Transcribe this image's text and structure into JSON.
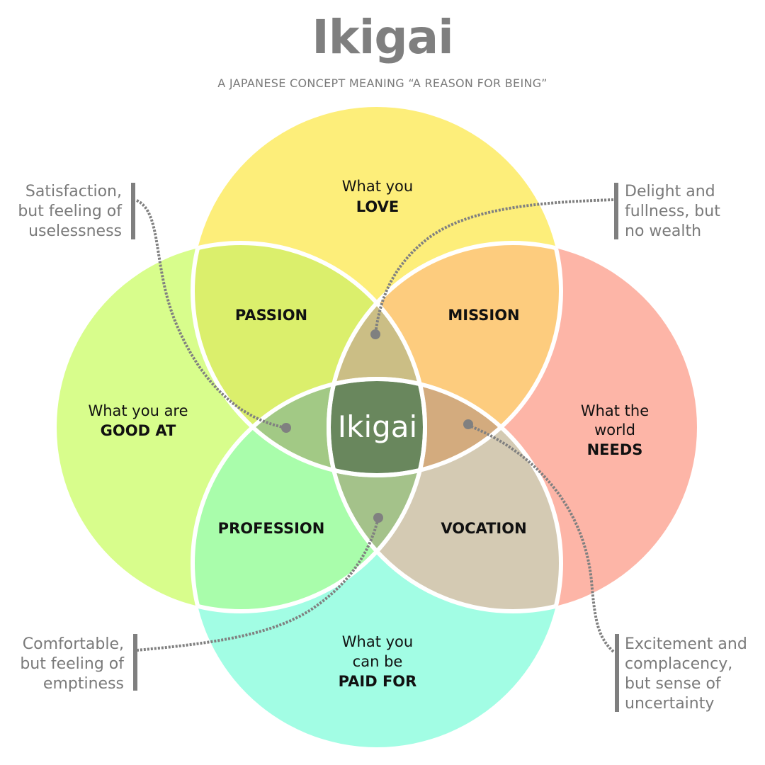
{
  "title": "Ikigai",
  "subtitle": "A JAPANESE CONCEPT MEANING “A REASON FOR BEING”",
  "colors": {
    "love": "#fdee7a",
    "good_at": "#d8fd8c",
    "needs": "#fdb5a7",
    "paid_for": "#a2fde4",
    "passion": "#dbef6c",
    "mission": "#fdcc7e",
    "profession": "#a9fdab",
    "vocation": "#d4cab3",
    "top_lens": "#cbbe85",
    "left_lens": "#a2c985",
    "right_lens": "#d3ab7e",
    "bottom_lens": "#a4c28a",
    "center": "#69875d",
    "connector": "#808080"
  },
  "circles": {
    "love": {
      "line1": "What you",
      "line2": "LOVE"
    },
    "good_at": {
      "line1": "What you are",
      "line2": "GOOD AT"
    },
    "needs": {
      "line1": "What the",
      "line2": "world",
      "line3": "NEEDS"
    },
    "paid_for": {
      "line1": "What you",
      "line2": "can be",
      "line3": "PAID FOR"
    }
  },
  "overlaps": {
    "passion": "PASSION",
    "mission": "MISSION",
    "profession": "PROFESSION",
    "vocation": "VOCATION"
  },
  "center_label": "Ikigai",
  "annotations": {
    "top_left": [
      "Satisfaction,",
      "but feeling of",
      "uselessness"
    ],
    "top_right": [
      "Delight and",
      "fullness, but",
      "no wealth"
    ],
    "bottom_left": [
      "Comfortable,",
      "but feeling of",
      "emptiness"
    ],
    "bottom_right": [
      "Excitement and",
      "complacency,",
      "but sense of",
      "uncertainty"
    ]
  }
}
